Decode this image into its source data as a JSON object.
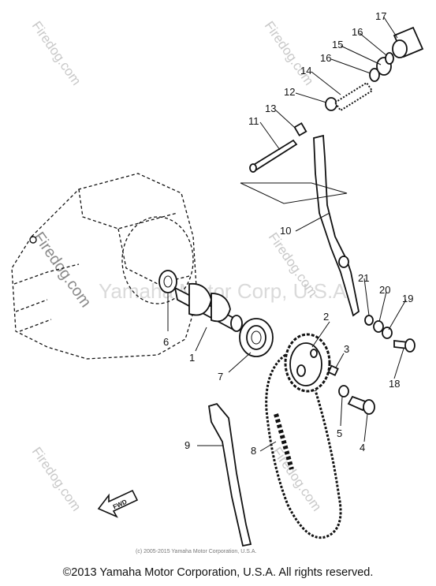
{
  "watermark": {
    "brand": "Firedog.com",
    "overlay": "Yamaha Motor Corp, U.S.A.",
    "small_copyright": "(c) 2005-2015 Yamaha Motor Corporation, U.S.A."
  },
  "callouts": [
    "1",
    "2",
    "3",
    "4",
    "5",
    "6",
    "7",
    "8",
    "9",
    "10",
    "11",
    "12",
    "13",
    "14",
    "15",
    "16",
    "16",
    "17",
    "18",
    "19",
    "20",
    "21"
  ],
  "arrow_label": "FWD",
  "footer": "©2013 Yamaha Motor Corporation, U.S.A. All rights reserved."
}
